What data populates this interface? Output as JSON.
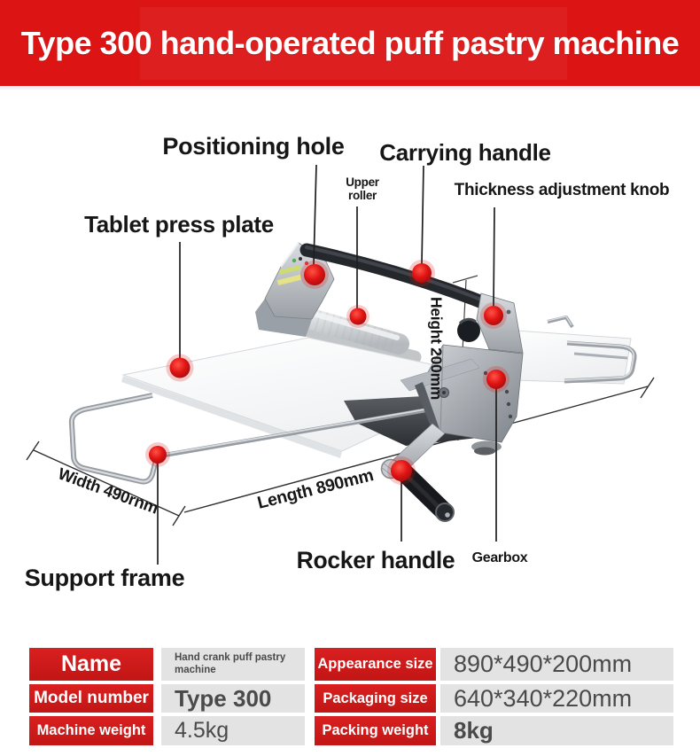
{
  "banner": {
    "title": "Type 300 hand-operated puff pastry machine"
  },
  "callouts": {
    "positioning_hole": "Positioning hole",
    "carrying_handle": "Carrying handle",
    "upper_roller": "Upper roller",
    "thickness_knob": "Thickness adjustment knob",
    "tablet_press_plate": "Tablet press plate",
    "support_frame": "Support frame",
    "rocker_handle": "Rocker handle",
    "gearbox": "Gearbox"
  },
  "dimensions": {
    "width": "Width 490rnm",
    "length": "Length 890mm",
    "height": "Height 200mm"
  },
  "spec_table": {
    "rows": [
      {
        "left_label": "Name",
        "left_value": "Hand crank puff pastry machine",
        "right_label": "Appearance size",
        "right_value": "890*490*200mm"
      },
      {
        "left_label": "Model number",
        "left_value": "Type 300",
        "right_label": "Packaging size",
        "right_value": "640*340*220mm"
      },
      {
        "left_label": "Machine weight",
        "left_value": "4.5kg",
        "right_label": "Packing weight",
        "right_value": "8kg"
      }
    ]
  },
  "colors": {
    "banner_red": "#dc1414",
    "table_red": "#cf1b1b",
    "value_cell_gray": "#e3e3e3",
    "marker_red": "#e01414"
  }
}
